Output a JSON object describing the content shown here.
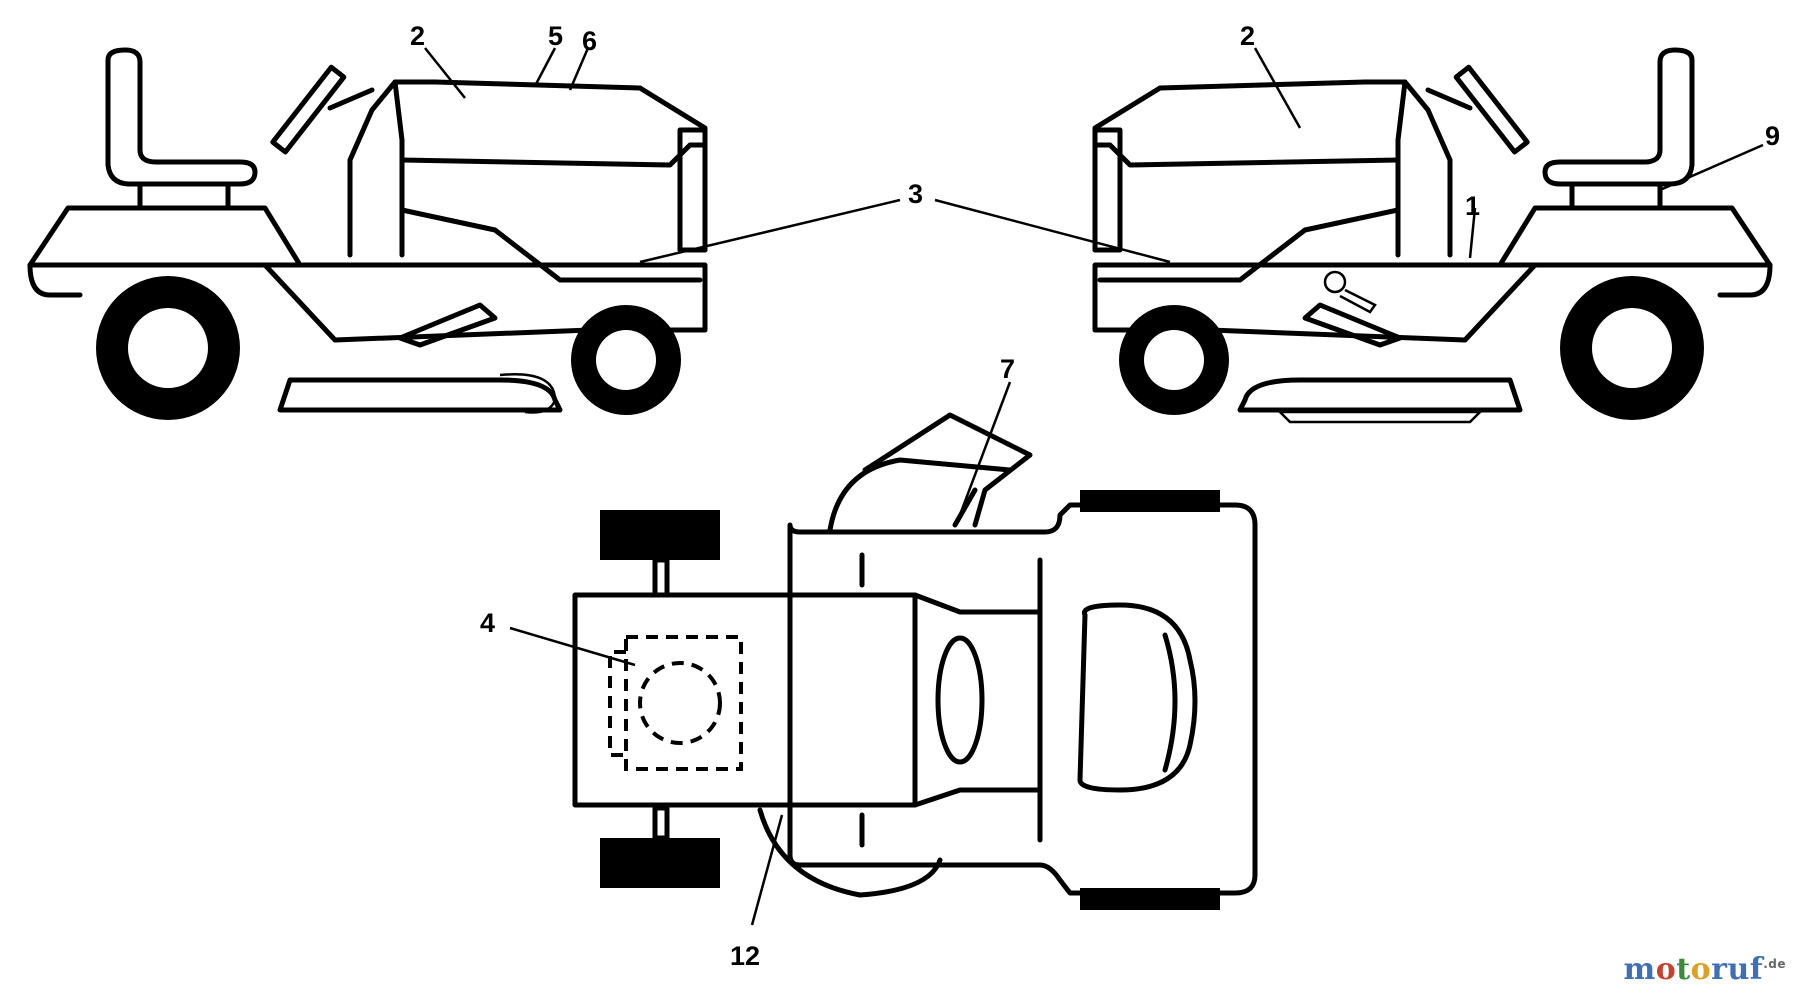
{
  "diagram": {
    "labels": {
      "l1": "1",
      "l2a": "2",
      "l2b": "2",
      "l3": "3",
      "l4": "4",
      "l5": "5",
      "l6": "6",
      "l7": "7",
      "l9": "9",
      "l12": "12"
    }
  },
  "watermark": {
    "p1": "m",
    "p2": "o",
    "p3": "t",
    "p4": "o",
    "p5": "ruf",
    "suffix": ".de"
  }
}
